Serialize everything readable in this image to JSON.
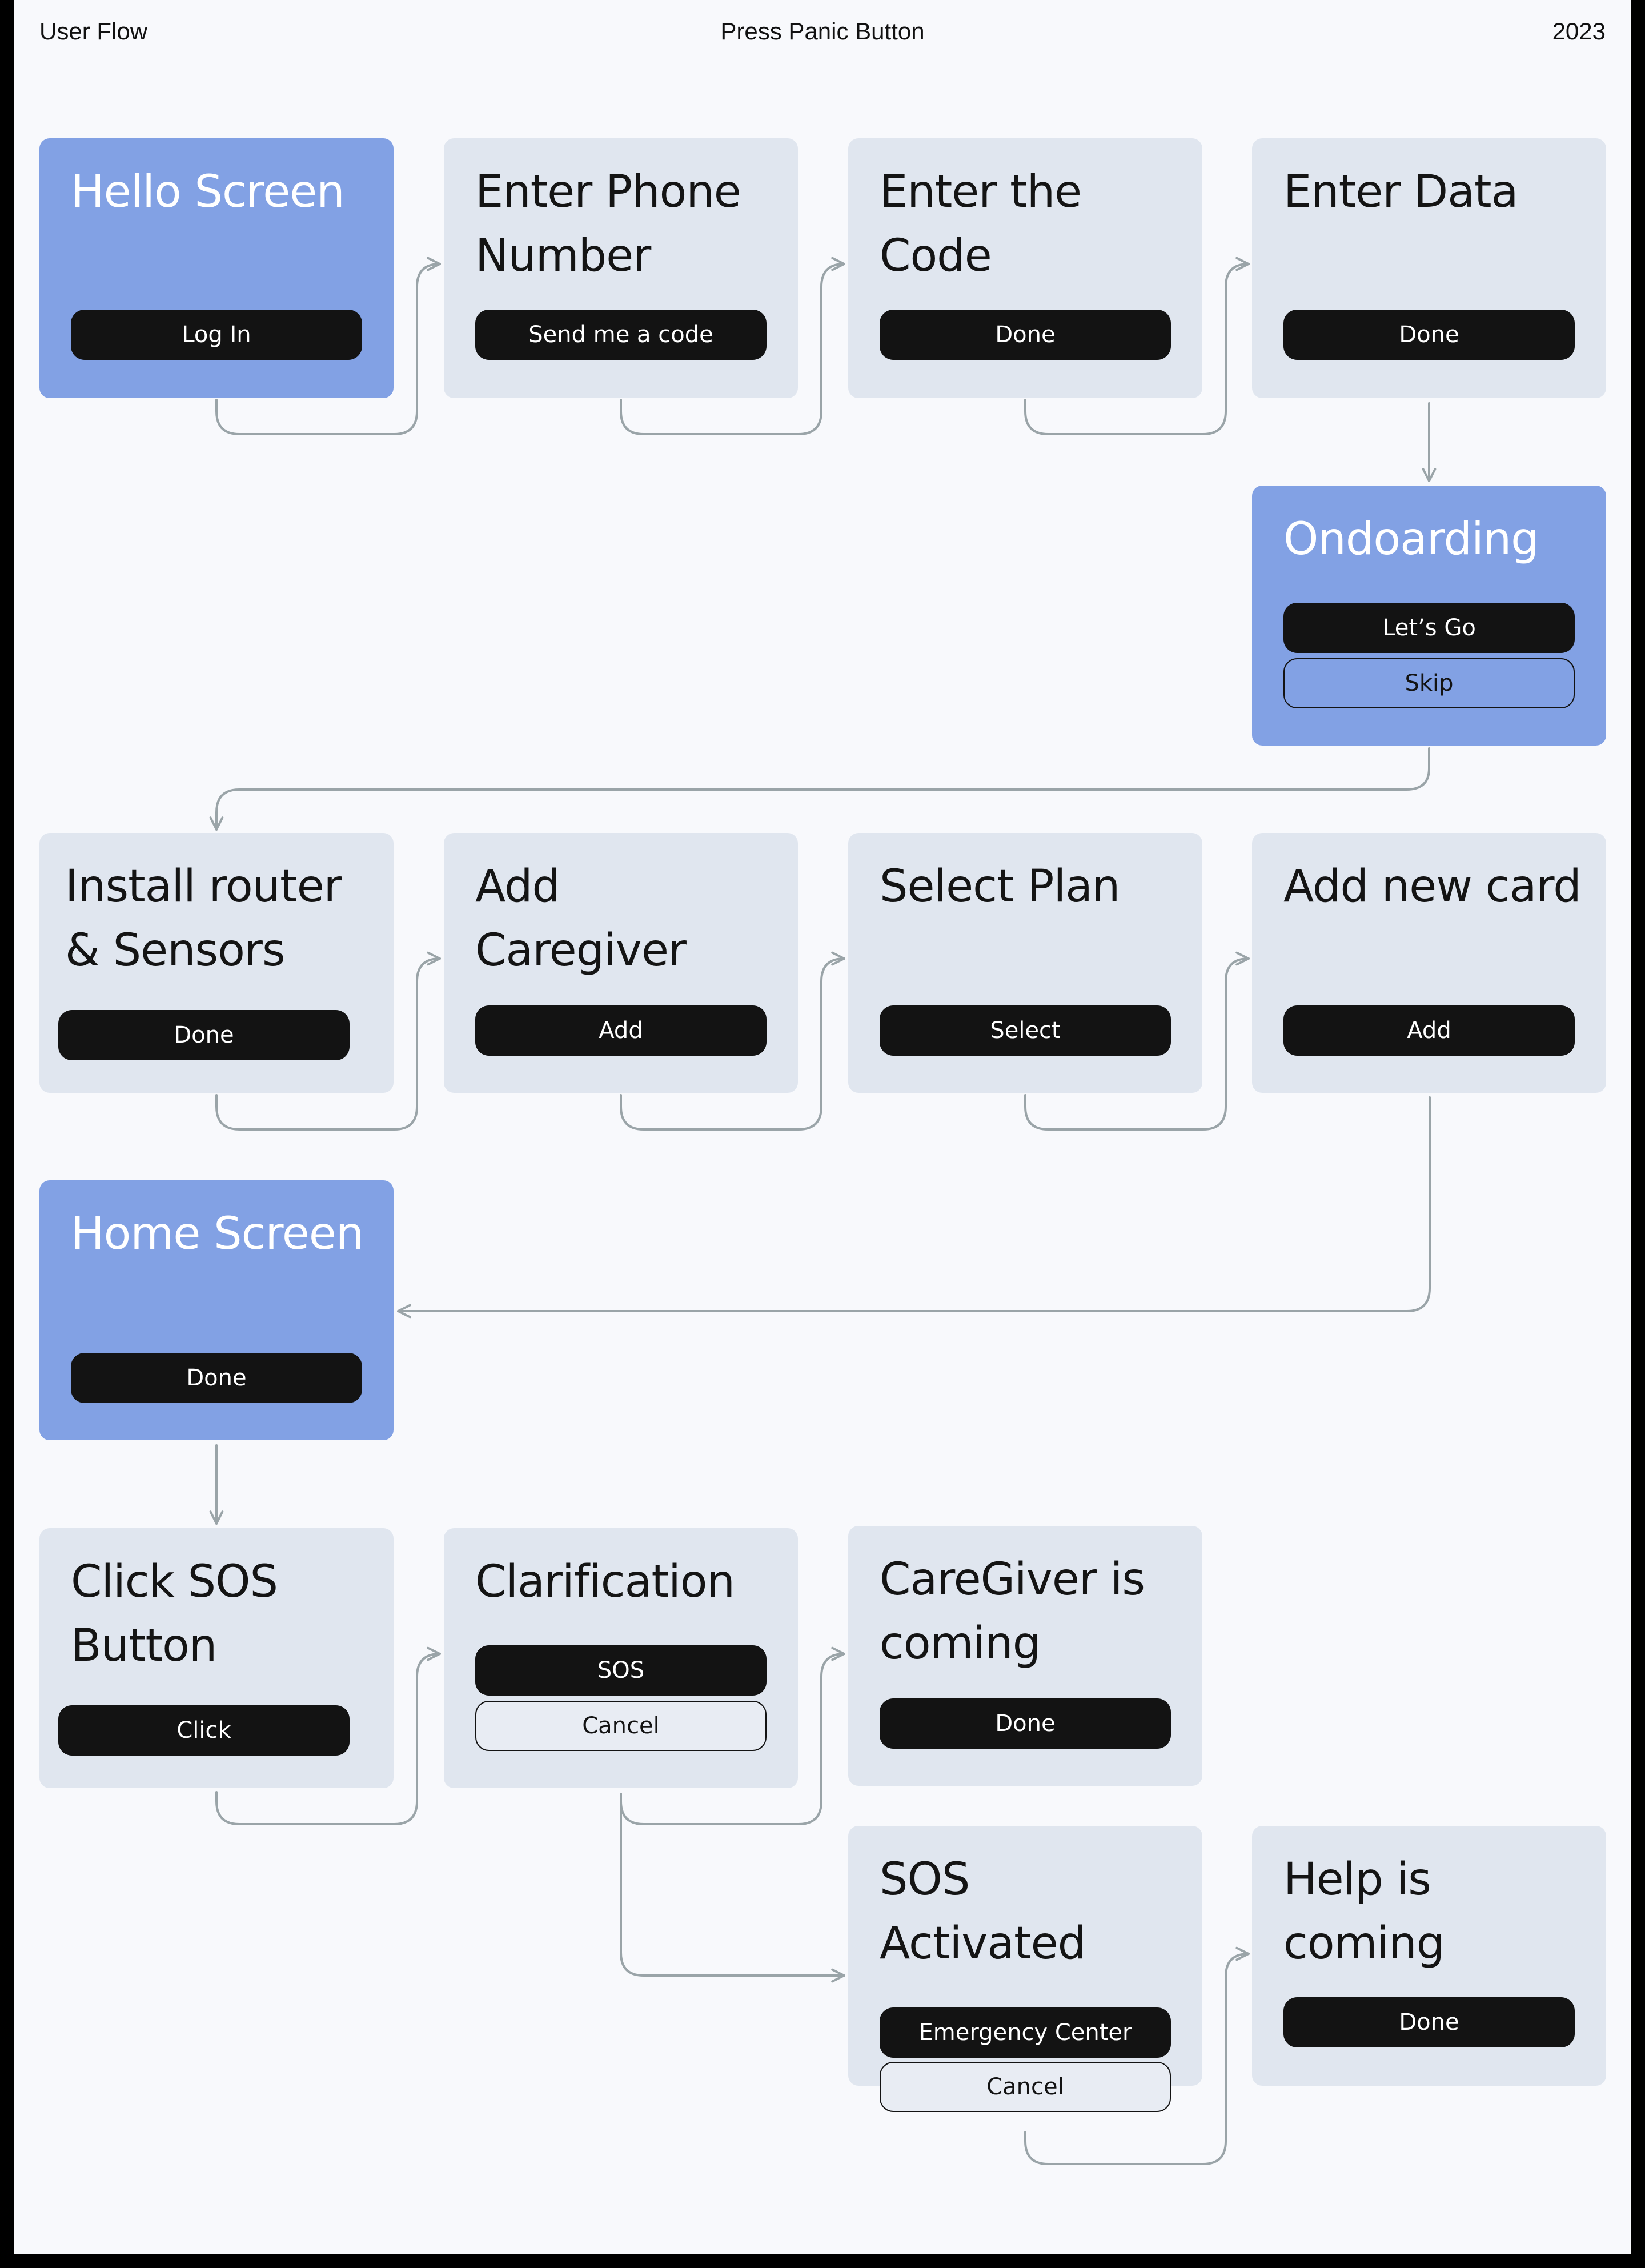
{
  "header": {
    "left": "User Flow",
    "center": "Press Panic Button",
    "right": "2023"
  },
  "colors": {
    "page_background": "#f8f9fc",
    "node_default": "#e0e6ef",
    "node_accent": "#82a1e4",
    "button": "#131313",
    "connector": "#9aa4a8"
  },
  "nodes": {
    "hello_screen": {
      "title": "Hello Screen",
      "buttons": [
        "Log In"
      ]
    },
    "enter_phone": {
      "title": "Enter Phone Number",
      "buttons": [
        "Send me a code"
      ]
    },
    "enter_code": {
      "title": "Enter the Code",
      "buttons": [
        "Done"
      ]
    },
    "enter_data": {
      "title": "Enter Data",
      "buttons": [
        "Done"
      ]
    },
    "onboarding": {
      "title": "Ondoarding",
      "buttons": [
        "Let’s Go",
        "Skip"
      ]
    },
    "install_router": {
      "title": "Install router & Sensors",
      "buttons": [
        "Done"
      ]
    },
    "add_caregiver": {
      "title": "Add Caregiver",
      "buttons": [
        "Add"
      ]
    },
    "select_plan": {
      "title": "Select Plan",
      "buttons": [
        "Select"
      ]
    },
    "add_card": {
      "title": "Add new card",
      "buttons": [
        "Add"
      ]
    },
    "home_screen": {
      "title": "Home Screen",
      "buttons": [
        "Done"
      ]
    },
    "click_sos": {
      "title": "Click SOS Button",
      "buttons": [
        "Click"
      ]
    },
    "clarification": {
      "title": "Clarification",
      "buttons": [
        "SOS",
        "Cancel"
      ]
    },
    "caregiver_coming": {
      "title": "CareGiver is coming",
      "buttons": [
        "Done"
      ]
    },
    "sos_activated": {
      "title": "SOS Activated",
      "buttons": [
        "Emergency Center",
        "Cancel"
      ]
    },
    "help_coming": {
      "title": "Help is coming",
      "buttons": [
        "Done"
      ]
    }
  }
}
